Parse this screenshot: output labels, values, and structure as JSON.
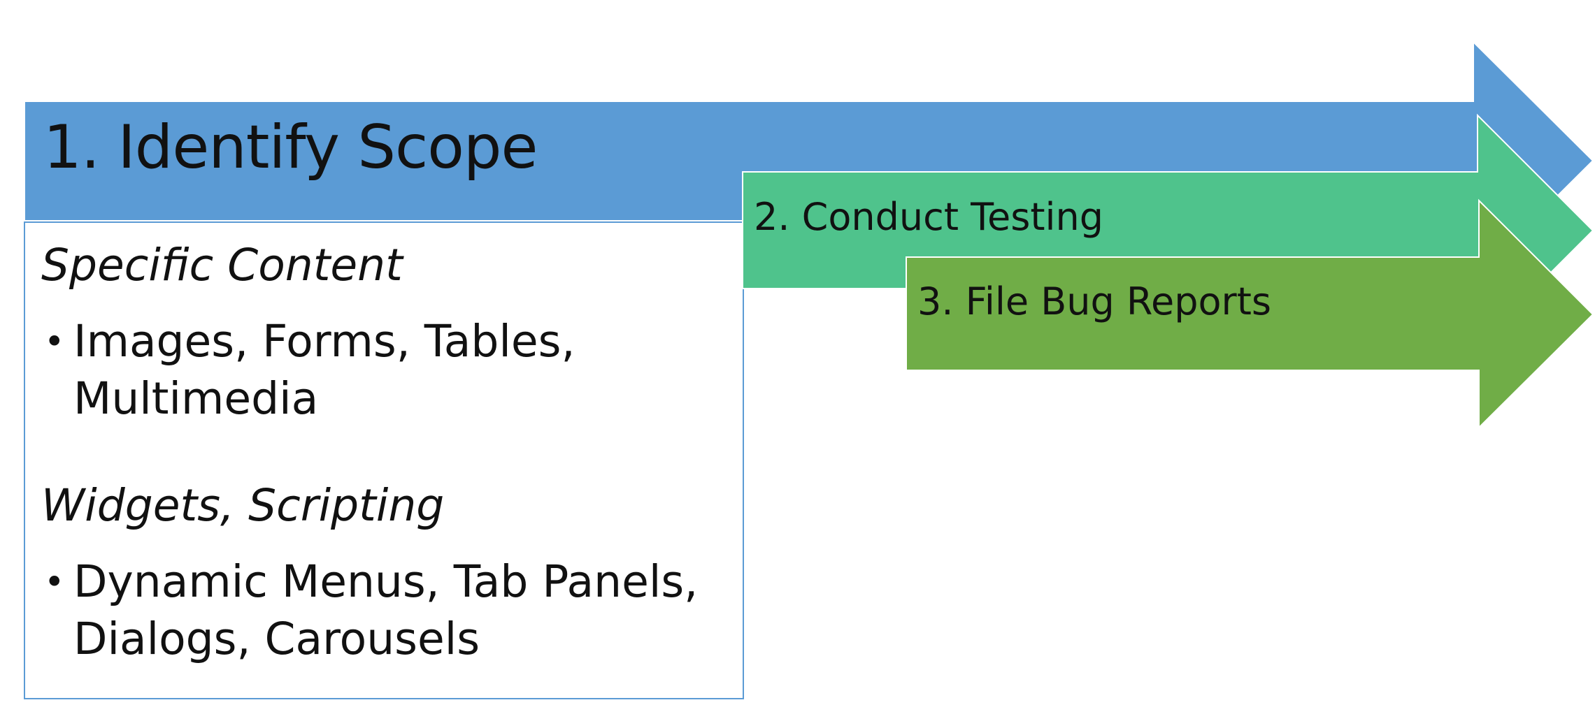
{
  "colors": {
    "arrow_1": "#5b9bd5",
    "arrow_2": "#4fc38c",
    "arrow_3": "#70ad47",
    "box_border": "#5b9bd5",
    "text": "#111111",
    "background": "#ffffff"
  },
  "arrows": [
    {
      "label": "1. Identify Scope"
    },
    {
      "label": "2. Conduct Testing"
    },
    {
      "label": "3. File Bug Reports"
    }
  ],
  "scope_box": {
    "sections": [
      {
        "heading": "Specific Content",
        "bullet_lines": [
          "Images, Forms, Tables,",
          "Multimedia"
        ]
      },
      {
        "heading": "Widgets, Scripting",
        "bullet_lines": [
          "Dynamic Menus, Tab Panels,",
          "Dialogs, Carousels"
        ]
      }
    ],
    "bullet_icon": "bullet-dot"
  }
}
